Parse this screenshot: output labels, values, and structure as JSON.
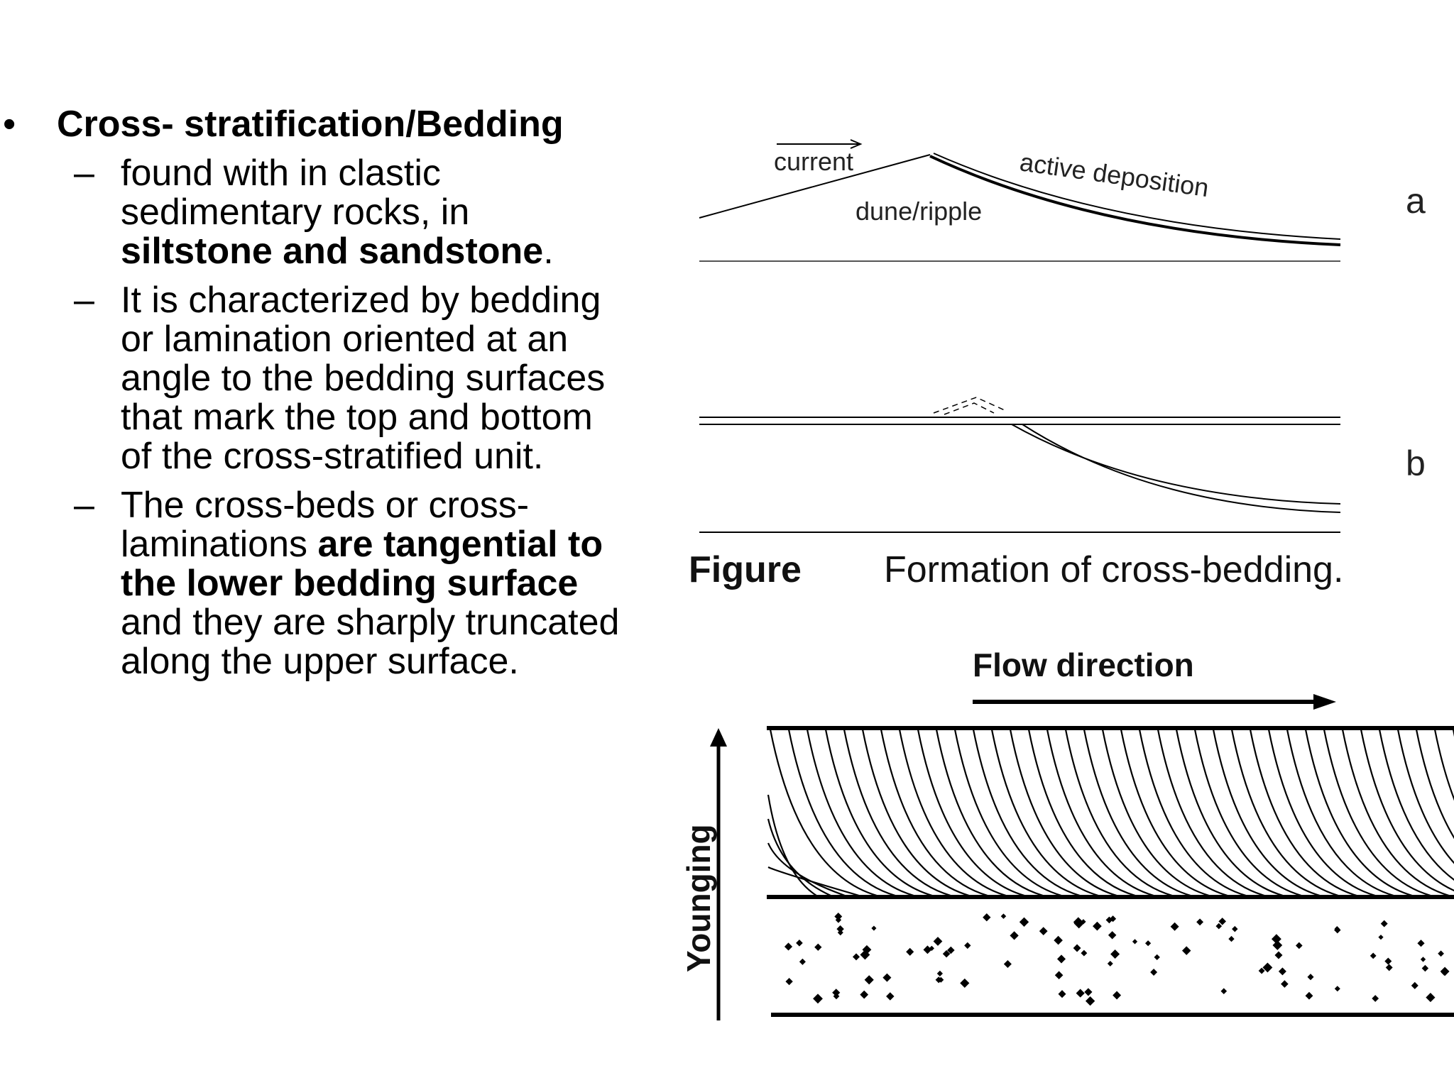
{
  "bullet": {
    "marker": "•",
    "title": "Cross- stratification/Bedding"
  },
  "sub_items": [
    {
      "dash": "–",
      "parts": [
        {
          "text": "found with in clastic sedimentary rocks, in ",
          "bold": false
        },
        {
          "text": "siltstone and sandstone",
          "bold": true
        },
        {
          "text": ".",
          "bold": false
        }
      ]
    },
    {
      "dash": "–",
      "parts": [
        {
          "text": "It is characterized by bedding or lamination oriented at an angle to the bedding surfaces that mark the top and bottom of the cross-stratified unit.",
          "bold": false
        }
      ]
    },
    {
      "dash": "–",
      "parts": [
        {
          "text": "The cross-beds or cross-laminations ",
          "bold": false
        },
        {
          "text": "are tangential to the lower bedding surface",
          "bold": true
        },
        {
          "text": " and they are sharply truncated along the upper surface.",
          "bold": false
        }
      ]
    }
  ],
  "figure_top": {
    "current_label": "current",
    "dune_label": "dune/ripple",
    "deposition_label": "active deposition",
    "panel_a": "a",
    "panel_b": "b",
    "caption_label": "Figure",
    "caption_text": "Formation of cross-bedding."
  },
  "figure_bottom": {
    "flow_label": "Flow direction",
    "younging_label": "Younging"
  }
}
